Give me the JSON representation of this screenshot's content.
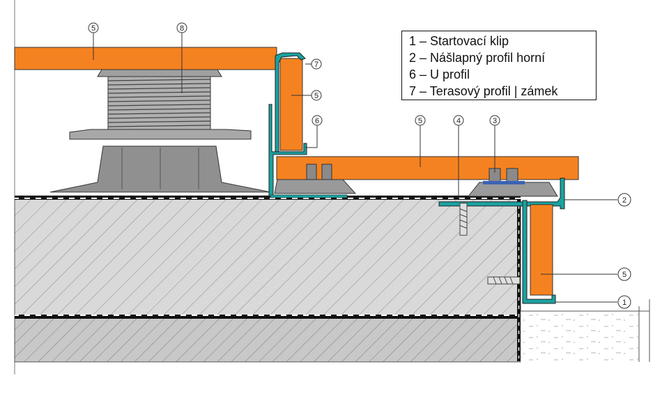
{
  "legend": {
    "items": [
      "1 – Startovací klip",
      "2 – Nášlapný profil horní",
      "6 – U profil",
      "7 – Terasový profil | zámek"
    ]
  },
  "callouts": [
    "5",
    "8",
    "7",
    "5",
    "6",
    "5",
    "4",
    "3",
    "2",
    "5",
    "1"
  ],
  "colors": {
    "board": "#f58220",
    "concrete": "#d7d7d7",
    "lower_slab": "#c8c8c8",
    "pedestal": "#8c8c8c",
    "profile": "#1aa2a0"
  }
}
